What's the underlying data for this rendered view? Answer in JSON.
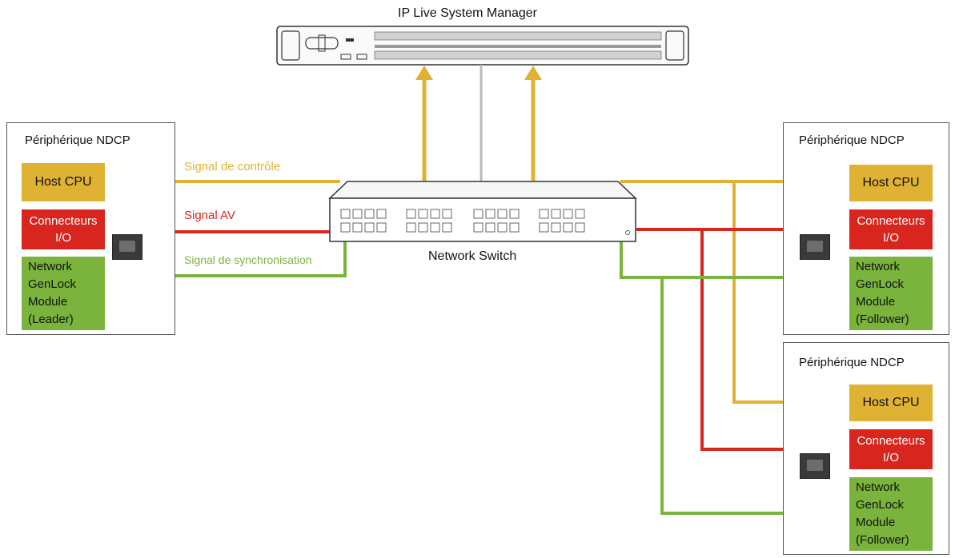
{
  "manager": {
    "title": "IP Live System Manager"
  },
  "switch": {
    "label": "Network Switch"
  },
  "signals": {
    "control": "Signal de contrôle",
    "av": "Signal AV",
    "sync": "Signal de synchronisation"
  },
  "devices": [
    {
      "title": "Périphérique NDCP",
      "cpu": "Host CPU",
      "io_line1": "Connecteurs",
      "io_line2": "I/O",
      "gen_lines": [
        "Network",
        "GenLock",
        "Module",
        "(Leader)"
      ]
    },
    {
      "title": "Périphérique NDCP",
      "cpu": "Host CPU",
      "io_line1": "Connecteurs",
      "io_line2": "I/O",
      "gen_lines": [
        "Network",
        "GenLock",
        "Module",
        "(Follower)"
      ]
    },
    {
      "title": "Périphérique NDCP",
      "cpu": "Host CPU",
      "io_line1": "Connecteurs",
      "io_line2": "I/O",
      "gen_lines": [
        "Network",
        "GenLock",
        "Module",
        "(Follower)"
      ]
    }
  ],
  "colors": {
    "control": "#e0b233",
    "av": "#d8251e",
    "sync": "#7ab43c"
  }
}
